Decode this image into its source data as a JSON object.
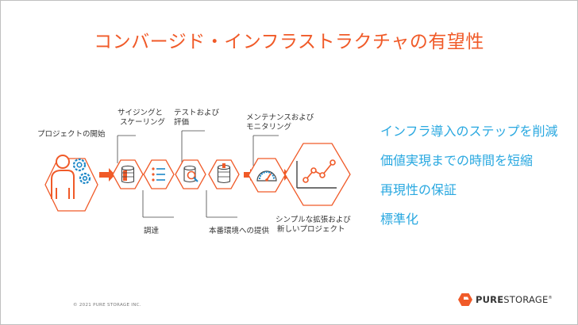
{
  "title": "コンバージド・インフラストラクチャの有望性",
  "steps": {
    "project_start": "プロジェクトの開始",
    "sizing_line1": "サイジングと",
    "sizing_line2": "スケーリング",
    "test_line1": "テストおよび",
    "test_line2": "評価",
    "maintenance_line1": "メンテナンスおよび",
    "maintenance_line2": "モニタリング",
    "procurement": "調達",
    "production": "本番環境への提供",
    "expansion_line1": "シンプルな拡張および",
    "expansion_line2": "新しいプロジェクト"
  },
  "benefits": [
    "インフラ導入のステップを削減",
    "価値実現までの時間を短縮",
    "再現性の保証",
    "標準化"
  ],
  "footer": {
    "copyright": "© 2021 PURE STORAGE INC.",
    "logo_bold": "PURE",
    "logo_rest": "STORAGE",
    "logo_mark": "®"
  },
  "colors": {
    "accent": "#f05a28",
    "blue": "#29a8e0",
    "icon_blue": "#1e88c8"
  }
}
